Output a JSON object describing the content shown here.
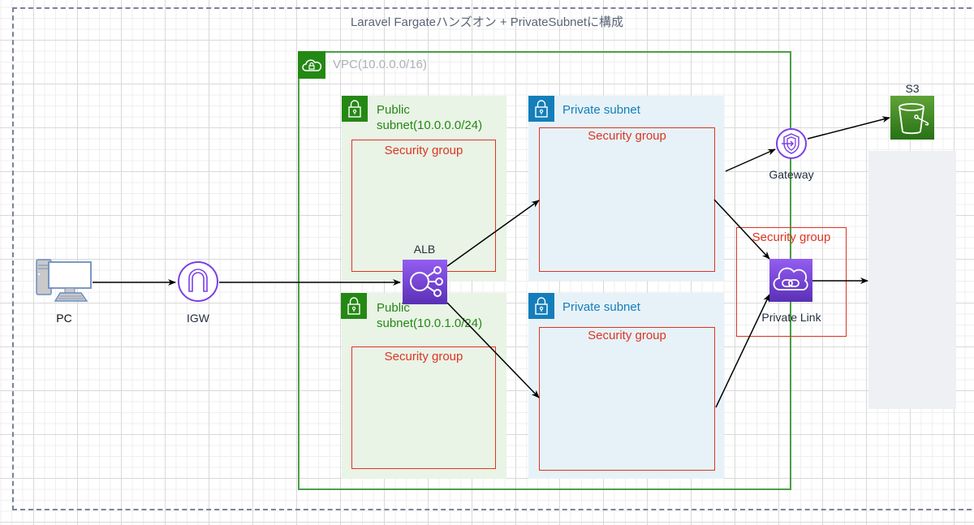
{
  "diagram": {
    "title": "Laravel Fargateハンズオン + PrivateSubnetに構成",
    "vpc": {
      "label": "VPC(10.0.0.0/16)",
      "icon": "vpc-cloud-lock-icon"
    },
    "public_subnets": [
      {
        "label_line1": "Public",
        "label_line2": "subnet(10.0.0.0/24)",
        "icon": "lock-icon",
        "security_group": "Security group"
      },
      {
        "label_line1": "Public",
        "label_line2": "subnet(10.0.1.0/24)",
        "icon": "lock-icon",
        "security_group": "Security group"
      }
    ],
    "private_subnets": [
      {
        "label": "Private subnet",
        "icon": "lock-icon",
        "security_group": "Security group"
      },
      {
        "label": "Private subnet",
        "icon": "lock-icon",
        "security_group": "Security group"
      }
    ],
    "nodes": {
      "pc": {
        "label": "PC",
        "icon": "desktop-computer-icon"
      },
      "igw": {
        "label": "IGW",
        "icon": "internet-gateway-icon"
      },
      "alb": {
        "label": "ALB",
        "icon": "load-balancer-icon"
      },
      "gateway": {
        "label": "Gateway",
        "icon": "vpc-endpoint-gateway-icon"
      },
      "s3": {
        "label": "S3",
        "icon": "s3-bucket-icon"
      },
      "private_link": {
        "label": "Private Link",
        "icon": "privatelink-icon",
        "security_group": "Security group"
      }
    },
    "colors": {
      "vpc_green": "#248814",
      "private_blue": "#147eba",
      "security_red": "#dd3522",
      "service_purple": "#7b3fe4",
      "s3_green": "#3f8624",
      "frame": "#7b8399"
    }
  }
}
